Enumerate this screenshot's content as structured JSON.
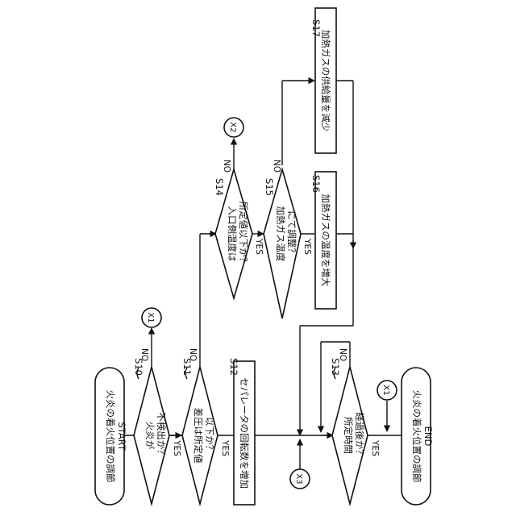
{
  "flowchart": {
    "terminals": {
      "start": {
        "line1": "火炎の着火位置の調節",
        "line2": "START"
      },
      "end": {
        "line1": "火炎の着火位置の調節",
        "line2": "END"
      }
    },
    "decisions": {
      "s10": {
        "step": "S10",
        "line1": "火炎が",
        "line2": "不検出か？",
        "yes": "YES",
        "no": "NO"
      },
      "s11": {
        "step": "S11",
        "line1": "差圧は所定値",
        "line2": "以下か？",
        "yes": "YES",
        "no": "NO"
      },
      "s13": {
        "step": "S13",
        "line1": "所定時間",
        "line2": "経過後か？",
        "yes": "YES",
        "no": "NO"
      },
      "s14": {
        "step": "S14",
        "line1": "入口側温度は",
        "line2": "所定値以下か？",
        "yes": "YES",
        "no": "NO"
      },
      "s15": {
        "step": "S15",
        "line1": "加熱ガス温度",
        "line2": "にて調整？",
        "yes": "YES",
        "no": "NO"
      }
    },
    "processes": {
      "s12": {
        "step": "S12",
        "text": "セパレータの回転数を増加"
      },
      "s16": {
        "step": "S16",
        "text": "加熱ガスの温度を増大"
      },
      "s17": {
        "step": "S17",
        "text": "加熱ガスの供給量を減少"
      }
    },
    "connectors": {
      "x1_top": "X1",
      "x1_bottom": "X1",
      "x2": "X2",
      "x3": "X3"
    }
  }
}
